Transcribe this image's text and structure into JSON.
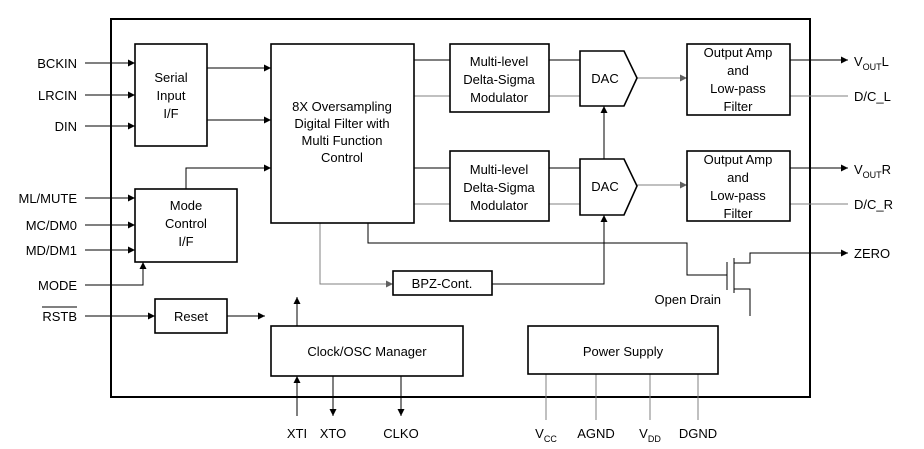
{
  "blocks": {
    "serial": [
      "Serial",
      "Input",
      "I/F"
    ],
    "filter": [
      "8X Oversampling",
      "Digital Filter with",
      "Multi Function",
      "Control"
    ],
    "mod_l": [
      "Multi-level",
      "Delta-Sigma",
      "Modulator"
    ],
    "mod_r": [
      "Multi-level",
      "Delta-Sigma",
      "Modulator"
    ],
    "dac_l": "DAC",
    "dac_r": "DAC",
    "amp_l": [
      "Output Amp",
      "and",
      "Low-pass",
      "Filter"
    ],
    "amp_r": [
      "Output Amp",
      "and",
      "Low-pass",
      "Filter"
    ],
    "mode": [
      "Mode",
      "Control",
      "I/F"
    ],
    "reset": "Reset",
    "bpz": "BPZ-Cont.",
    "clock": "Clock/OSC Manager",
    "power": "Power Supply",
    "open_drain": "Open Drain"
  },
  "pins": {
    "bckin": "BCKIN",
    "lrcin": "LRCIN",
    "din": "DIN",
    "ml_mute": "ML/MUTE",
    "mc_dm0": "MC/DM0",
    "md_dm1": "MD/DM1",
    "mode": "MODE",
    "rstb": "RSTB",
    "vout_l": {
      "main": "V",
      "sub": "OUT",
      "suffix": "L"
    },
    "dc_l": "D/C_L",
    "vout_r": {
      "main": "V",
      "sub": "OUT",
      "suffix": "R"
    },
    "dc_r": "D/C_R",
    "zero": "ZERO",
    "xti": "XTI",
    "xto": "XTO",
    "clko": "CLKO",
    "vcc": {
      "main": "V",
      "sub": "CC"
    },
    "agnd": "AGND",
    "vdd": {
      "main": "V",
      "sub": "DD"
    },
    "dgnd": "DGND"
  }
}
